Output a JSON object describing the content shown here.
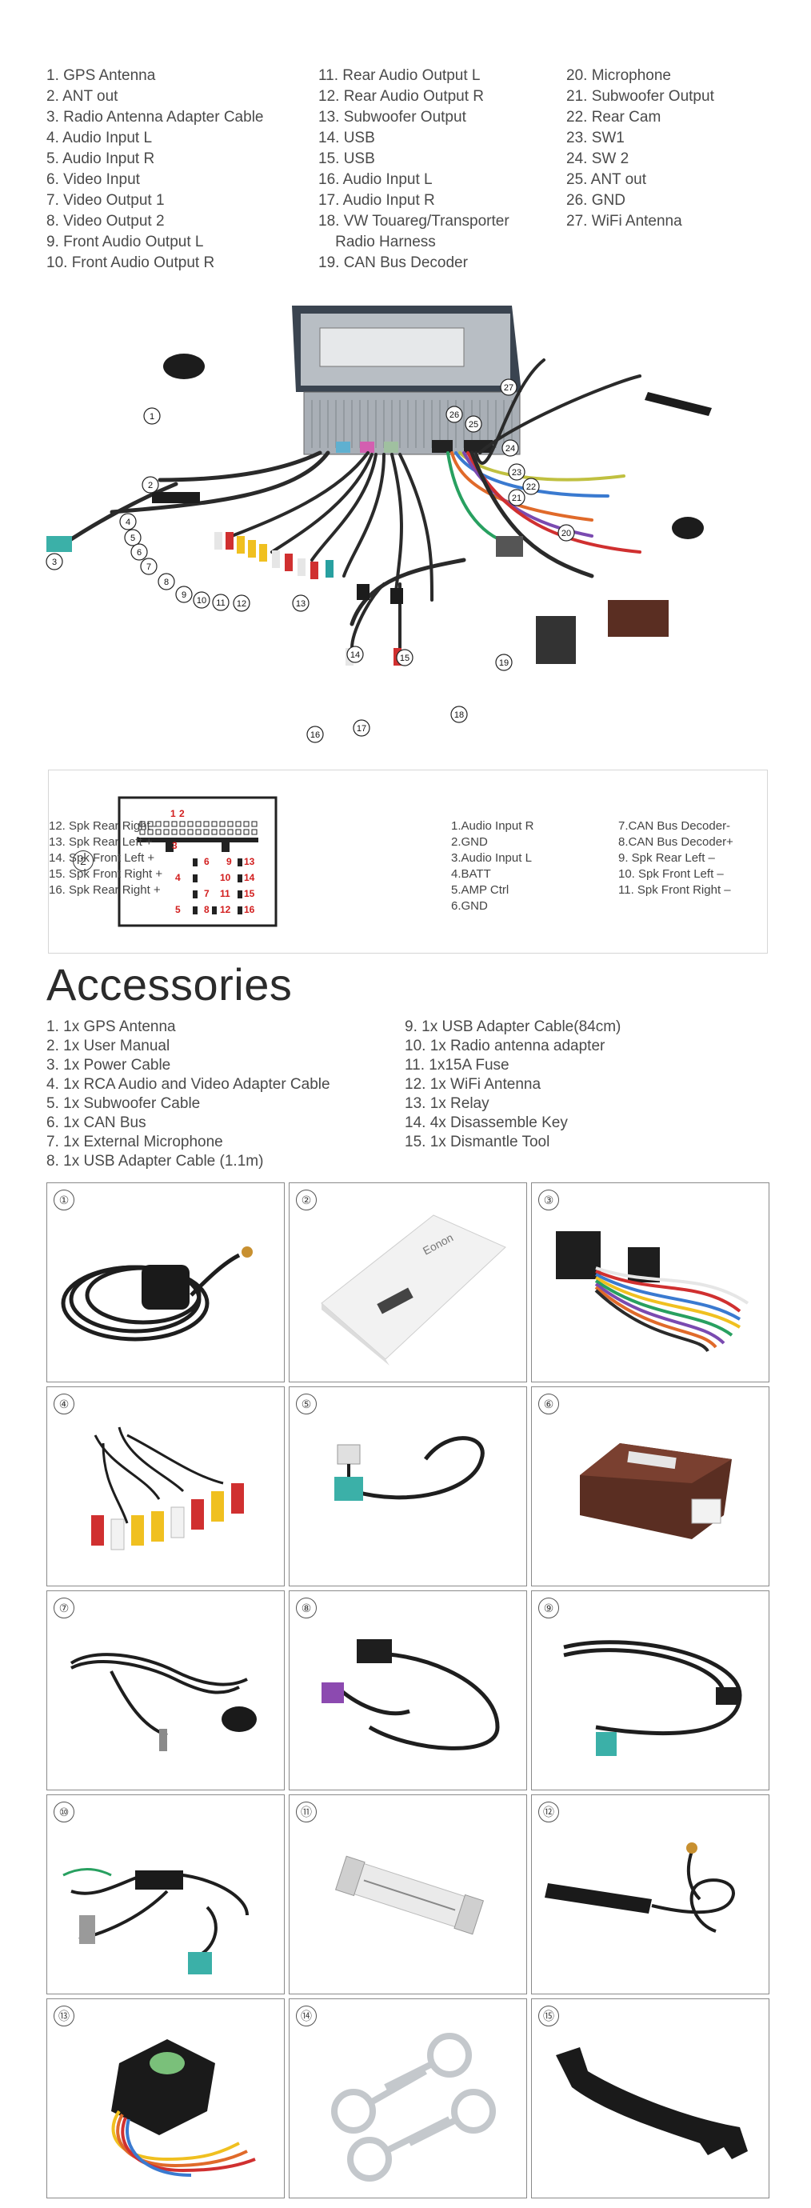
{
  "connections": {
    "col1": [
      "1. GPS Antenna",
      "2. ANT out",
      "3. Radio Antenna Adapter Cable",
      "4. Audio Input L",
      "5. Audio Input R",
      "6. Video Input",
      "7. Video Output 1",
      "8. Video Output 2",
      "9. Front Audio Output L",
      "10. Front Audio Output R"
    ],
    "col2": [
      "11. Rear Audio Output L",
      "12. Rear Audio Output R",
      "13. Subwoofer Output",
      "14. USB",
      "15. USB",
      "16. Audio Input L",
      "17. Audio Input R",
      "18. VW Touareg/Transporter",
      "    Radio Harness",
      "19. CAN Bus Decoder"
    ],
    "col3": [
      "20. Microphone",
      "21. Subwoofer Output",
      "22. Rear Cam",
      "23. SW1",
      "24. SW 2",
      "25. ANT out",
      "26. GND",
      "27. WiFi Antenna"
    ]
  },
  "diagram_labels": [
    "1",
    "2",
    "3",
    "4",
    "5",
    "6",
    "7",
    "8",
    "9",
    "10",
    "11",
    "12",
    "13",
    "14",
    "15",
    "16",
    "17",
    "18",
    "19",
    "20",
    "21",
    "22",
    "23",
    "24",
    "25",
    "26",
    "27"
  ],
  "pinout": {
    "marker": "2",
    "pins": [
      "1",
      "2",
      "3",
      "4",
      "5",
      "6",
      "7",
      "8",
      "9",
      "10",
      "11",
      "12",
      "13",
      "14",
      "15",
      "16"
    ],
    "col1": [
      "1.Audio Input R",
      "2.GND",
      "3.Audio Input L",
      "4.BATT",
      "5.AMP Ctrl",
      "6.GND"
    ],
    "col2": [
      "7.CAN Bus Decoder-",
      "8.CAN Bus Decoder+",
      "9. Spk Rear Left –",
      "10. Spk Front Left –",
      "11. Spk Front Right –"
    ],
    "col3": [
      "12. Spk Rear Right –",
      "13. Spk Rear Left +",
      "14. Spk Front Left +",
      "15. Spk Front Right +",
      "16. Spk Rear Right +"
    ]
  },
  "accessories": {
    "title": "Accessories",
    "col1": [
      "1. 1x GPS Antenna",
      "2. 1x User Manual",
      "3. 1x Power Cable",
      "4. 1x RCA Audio and Video Adapter Cable",
      "5. 1x Subwoofer Cable",
      "6. 1x CAN Bus",
      "7. 1x External Microphone",
      "8. 1x USB Adapter Cable (1.1m)"
    ],
    "col2": [
      "9. 1x USB Adapter Cable(84cm)",
      "10. 1x Radio antenna adapter",
      "11. 1x15A Fuse",
      "12. 1x WiFi Antenna",
      "13. 1x Relay",
      "14. 4x Disassemble Key",
      "15. 1x Dismantle Tool"
    ]
  },
  "grid": {
    "numbers": [
      "①",
      "②",
      "③",
      "④",
      "⑤",
      "⑥",
      "⑦",
      "⑧",
      "⑨",
      "⑩",
      "⑪",
      "⑫",
      "⑬",
      "⑭",
      "⑮"
    ],
    "manual_brand": "Eonon"
  }
}
